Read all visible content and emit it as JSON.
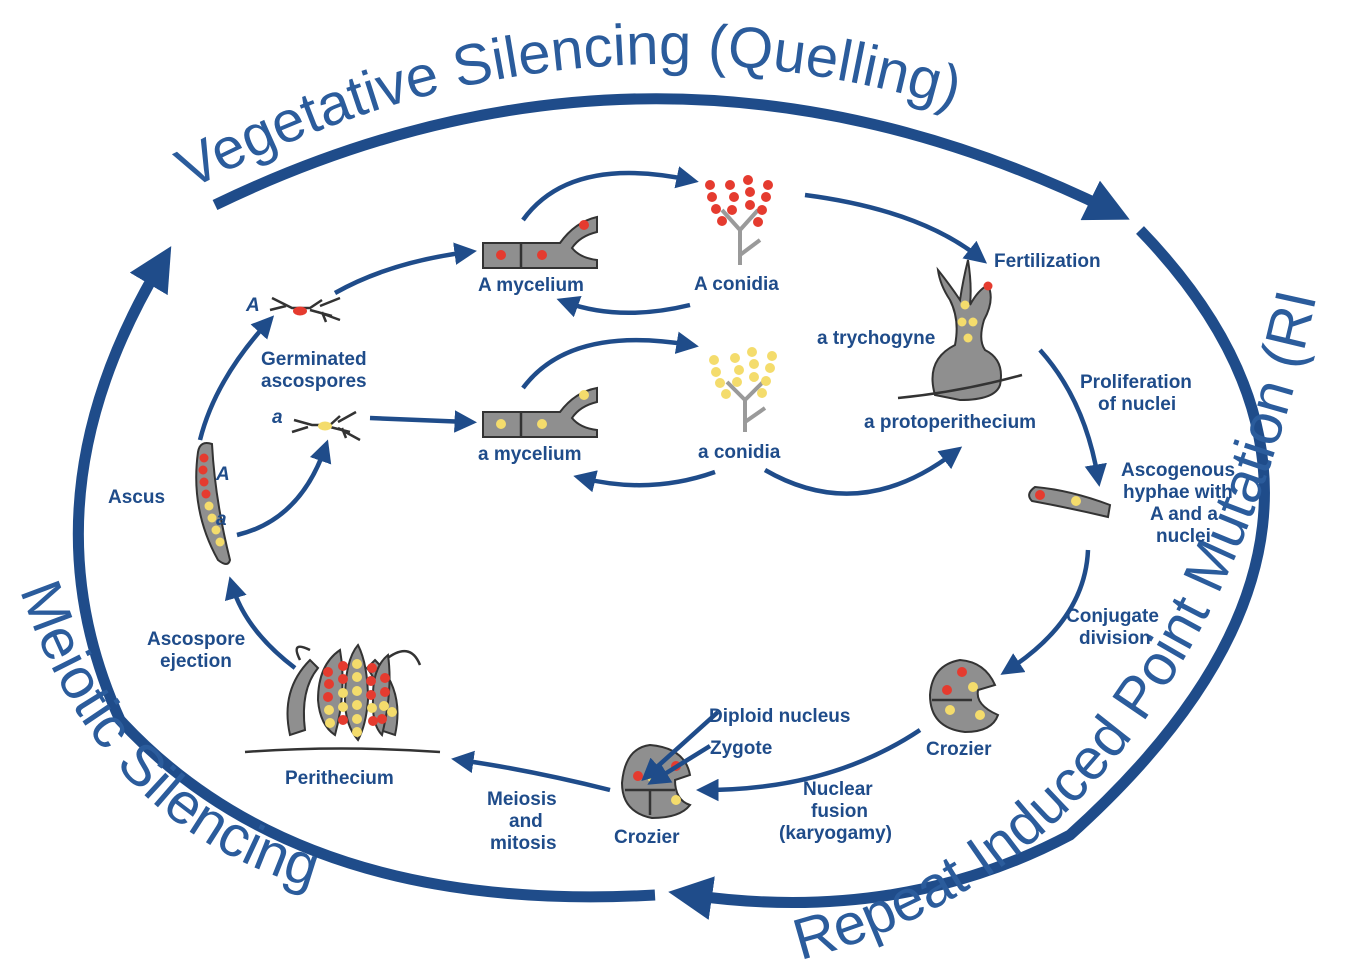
{
  "cycle_labels": {
    "top": "Vegetative Silencing (Quelling)",
    "left": "Meiotic Silencing",
    "right": "Repeat Induced Point Mutation (RIP)"
  },
  "labels": {
    "A_mycelium": "A mycelium",
    "A_conidia": "A conidia",
    "a_mycelium": "a mycelium",
    "a_conidia": "a conidia",
    "fertilization": "Fertilization",
    "a_trychogyne": "a trychogyne",
    "a_protoperithecium": "a protoperithecium",
    "proliferation": [
      "Proliferation",
      "of nuclei"
    ],
    "ascogenous": [
      "Ascogenous",
      "hyphae with",
      "A and a",
      "nuclei"
    ],
    "conjugate": [
      "Conjugate",
      "division"
    ],
    "crozier_right": "Crozier",
    "nuclear_fusion": [
      "Nuclear",
      "fusion",
      "(karyogamy)"
    ],
    "diploid_nucleus": "Diploid nucleus",
    "zygote": "Zygote",
    "crozier_bottom": "Crozier",
    "meiosis": [
      "Meiosis",
      "and",
      "mitosis"
    ],
    "perithecium": "Perithecium",
    "ascospore_ejection": [
      "Ascospore",
      "ejection"
    ],
    "ascus": "Ascus",
    "ascus_A": "A",
    "ascus_a": "a",
    "germinated": [
      "Germinated",
      "ascospores"
    ],
    "spore_A": "A",
    "spore_a": "a"
  },
  "colors": {
    "arrow": "#1f4c8a",
    "title": "#2b5c9c",
    "cell": "#8f8f8f",
    "nucleus_A": "#e53b2f",
    "nucleus_a": "#f4dc6c"
  }
}
